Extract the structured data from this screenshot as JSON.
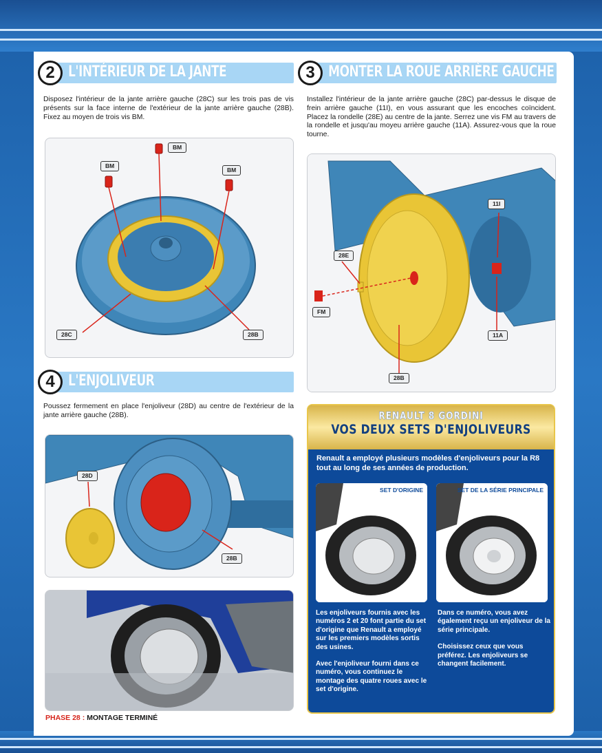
{
  "steps": {
    "s2": {
      "number": "2",
      "title": "L'INTÉRIEUR DE LA JANTE",
      "text": "Disposez l'intérieur de la jante arrière gauche (28C) sur les trois pas de vis présents sur la face interne de l'extérieur de la jante arrière gauche (28B). Fixez au moyen de trois vis BM.",
      "labels": {
        "bm1": "BM",
        "bm2": "BM",
        "bm3": "BM",
        "c28": "28C",
        "b28": "28B"
      }
    },
    "s3": {
      "number": "3",
      "title": "MONTER LA ROUE ARRIÈRE GAUCHE",
      "text": "Installez l'intérieur de la jante arrière gauche (28C) par-dessus le disque de frein arrière gauche (11I), en vous assurant que les encoches coïncident. Placez la rondelle (28E) au centre de la jante. Serrez une vis FM au travers de la rondelle et jusqu'au moyeu arrière gauche (11A). Assurez-vous que la roue tourne.",
      "labels": {
        "i11": "11I",
        "e28": "28E",
        "fm": "FM",
        "a11": "11A",
        "b28": "28B"
      }
    },
    "s4": {
      "number": "4",
      "title": "L'ENJOLIVEUR",
      "text": "Poussez fermement en place l'enjoliveur (28D) au centre de l'extérieur de la jante arrière gauche (28B).",
      "labels": {
        "d28": "28D",
        "b28": "28B"
      }
    }
  },
  "phase": {
    "prefix": "PHASE 28 :",
    "label": "MONTAGE TERMINÉ"
  },
  "sidebar": {
    "title1": "RENAULT 8 GORDINI",
    "title2": "VOS DEUX SETS D'ENJOLIVEURS",
    "intro": "Renault a employé plusieurs modèles d'enjoliveurs pour la R8 tout au long de ses années de production.",
    "cap_left": "SET D'ORIGINE",
    "cap_right": "SET DE LA SÉRIE PRINCIPALE",
    "left_p1": "Les enjoliveurs fournis avec les numéros 2 et 20 font partie du set d'origine que Renault a employé sur les premiers modèles sortis des usines.",
    "left_p2": "Avec l'enjoliveur fourni dans ce numéro, vous continuez le montage des quatre roues avec le set d'origine.",
    "right_p1": "Dans ce numéro, vous avez également reçu un enjoliveur de la série principale.",
    "right_p2": "Choisissez ceux que vous préférez. Les enjoliveurs se changent facilement."
  },
  "colors": {
    "part_blue": "#3f86b8",
    "rim_yellow": "#e9c536",
    "screw_red": "#d9241a",
    "accent": "#a8d6f5"
  }
}
